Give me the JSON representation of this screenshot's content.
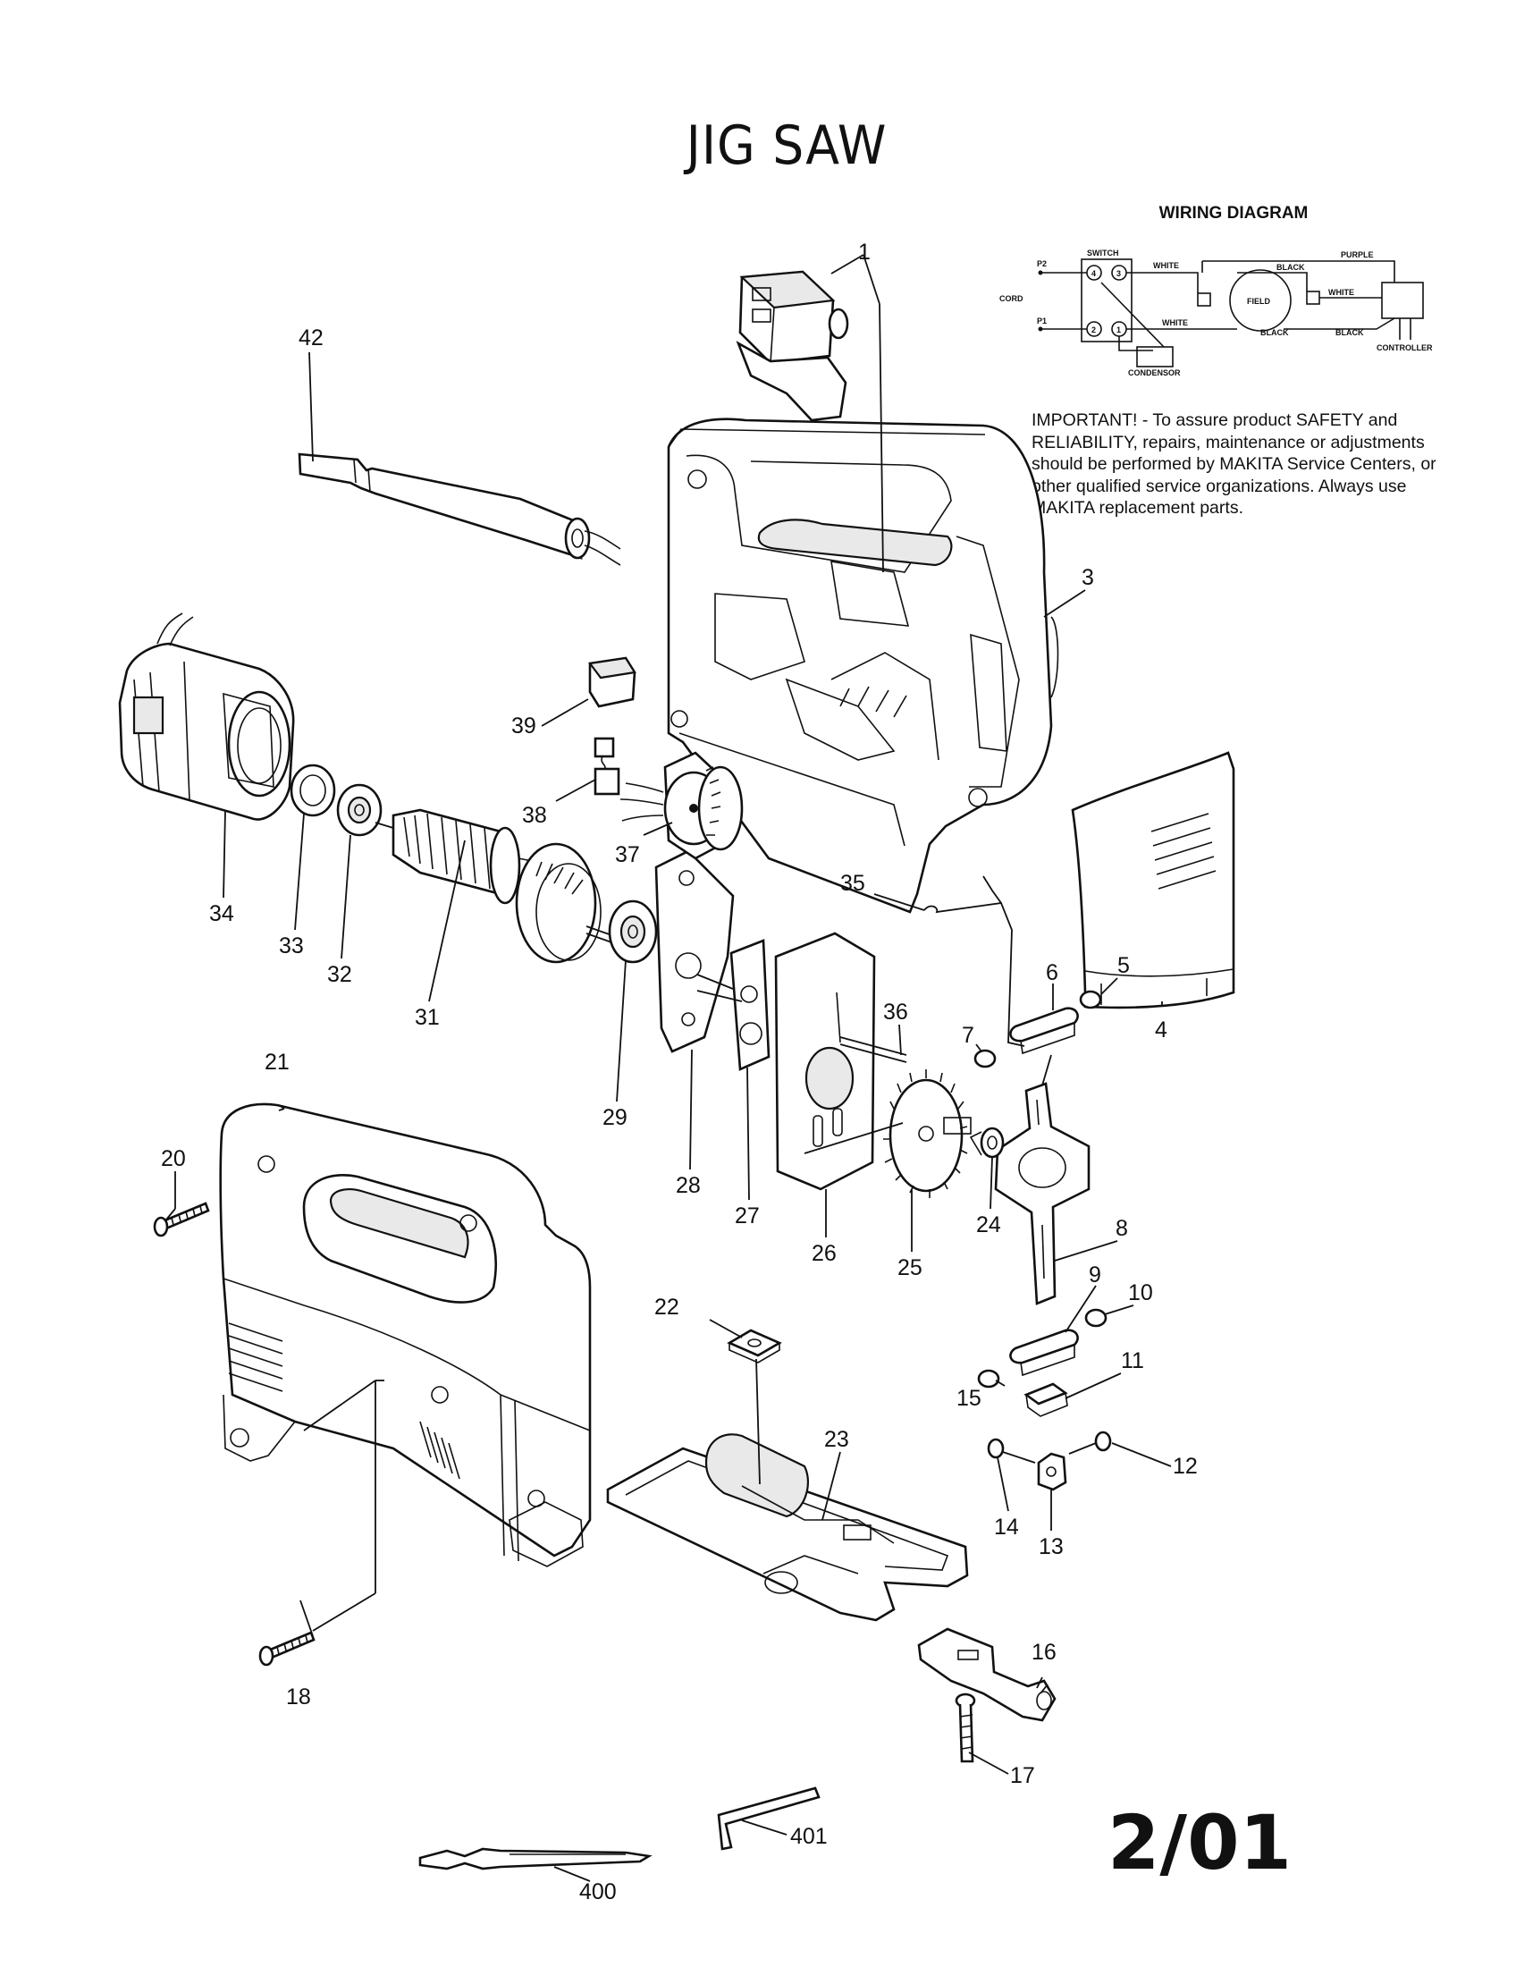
{
  "title": "JIG SAW",
  "wiring": {
    "title": "WIRING DIAGRAM",
    "labels": {
      "p2": "P2",
      "p1": "P1",
      "cord": "CORD",
      "switch": "SWITCH",
      "white_top": "WHITE",
      "purple": "PURPLE",
      "black_top": "BLACK",
      "field": "FIELD",
      "white_right": "WHITE",
      "white_bottom": "WHITE",
      "black_bottom": "BLACK",
      "black_right": "BLACK",
      "controller": "CONTROLLER",
      "condensor": "CONDENSOR",
      "t4": "4",
      "t3": "3",
      "t2": "2",
      "t1": "1"
    }
  },
  "notice": "IMPORTANT! - To assure product SAFETY and RELIABILITY, repairs, maintenance or adjustments should be performed by MAKITA Service Centers, or other qualified service organizations.  Always use MAKITA replacement parts.",
  "revision": "2/01",
  "parts": [
    {
      "id": "p1",
      "label": "1"
    },
    {
      "id": "p3",
      "label": "3"
    },
    {
      "id": "p4",
      "label": "4"
    },
    {
      "id": "p5",
      "label": "5"
    },
    {
      "id": "p6",
      "label": "6"
    },
    {
      "id": "p7",
      "label": "7"
    },
    {
      "id": "p8",
      "label": "8"
    },
    {
      "id": "p9",
      "label": "9"
    },
    {
      "id": "p10",
      "label": "10"
    },
    {
      "id": "p11",
      "label": "11"
    },
    {
      "id": "p12",
      "label": "12"
    },
    {
      "id": "p13",
      "label": "13"
    },
    {
      "id": "p14",
      "label": "14"
    },
    {
      "id": "p15",
      "label": "15"
    },
    {
      "id": "p16",
      "label": "16"
    },
    {
      "id": "p17",
      "label": "17"
    },
    {
      "id": "p18",
      "label": "18"
    },
    {
      "id": "p20",
      "label": "20"
    },
    {
      "id": "p21",
      "label": "21"
    },
    {
      "id": "p22",
      "label": "22"
    },
    {
      "id": "p23",
      "label": "23"
    },
    {
      "id": "p24",
      "label": "24"
    },
    {
      "id": "p25",
      "label": "25"
    },
    {
      "id": "p26",
      "label": "26"
    },
    {
      "id": "p27",
      "label": "27"
    },
    {
      "id": "p28",
      "label": "28"
    },
    {
      "id": "p29",
      "label": "29"
    },
    {
      "id": "p31",
      "label": "31"
    },
    {
      "id": "p32",
      "label": "32"
    },
    {
      "id": "p33",
      "label": "33"
    },
    {
      "id": "p34",
      "label": "34"
    },
    {
      "id": "p35",
      "label": "35"
    },
    {
      "id": "p36",
      "label": "36"
    },
    {
      "id": "p37",
      "label": "37"
    },
    {
      "id": "p38",
      "label": "38"
    },
    {
      "id": "p39",
      "label": "39"
    },
    {
      "id": "p42",
      "label": "42"
    },
    {
      "id": "p400",
      "label": "400"
    },
    {
      "id": "p401",
      "label": "401"
    }
  ]
}
